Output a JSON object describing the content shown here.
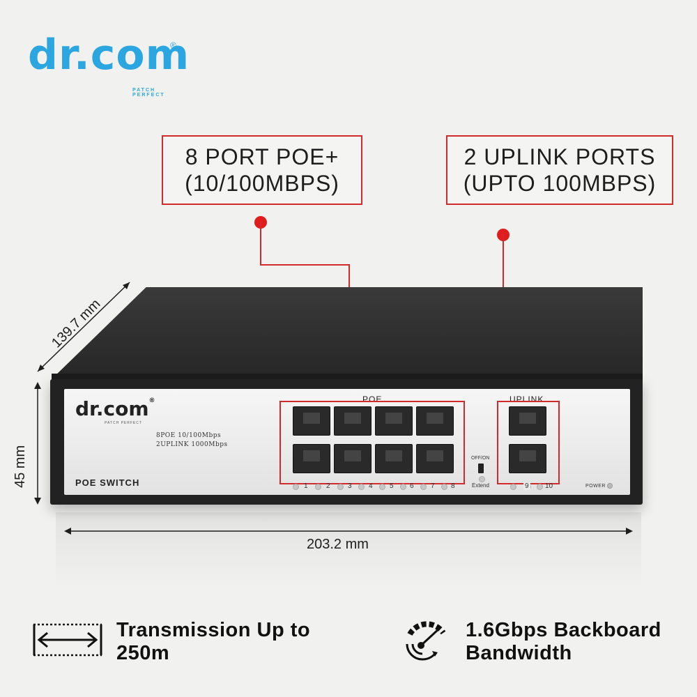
{
  "brand": {
    "logo_text": "dr.com",
    "registered_mark": "®",
    "tagline": "PATCH PERFECT",
    "accent_color": "#2ba6e0"
  },
  "callouts": {
    "poe": {
      "line1": "8 PORT POE+",
      "line2": "(10/100MBPS)"
    },
    "uplink": {
      "line1": "2 UPLINK PORTS",
      "line2": "(UPTO 100MBPS)"
    },
    "highlight_color": "#d22a2a"
  },
  "device": {
    "logo_text": "dr.com",
    "registered_mark": "®",
    "logo_tagline": "PATCH PERFECT",
    "spec_line_1": "8POE 10/100Mbps",
    "spec_line_2": "2UPLINK 1000Mbps",
    "model_name": "POE SWITCH",
    "poe_group_label": "POE",
    "uplink_group_label": "UPLINK",
    "poe_port_numbers": [
      "1",
      "2",
      "3",
      "4",
      "5",
      "6",
      "7",
      "8"
    ],
    "uplink_port_numbers": [
      "9",
      "10"
    ],
    "switch_label": "OFF/ON",
    "extend_label": "Extend",
    "power_label": "POWER"
  },
  "dimensions": {
    "depth": "139.7 mm",
    "height": "45 mm",
    "width": "203.2 mm"
  },
  "features": [
    {
      "icon": "distance-arrow-icon",
      "line1": "Transmission Up to",
      "line2": "250m"
    },
    {
      "icon": "speed-gauge-icon",
      "line1": "1.6Gbps Backboard",
      "line2": "Bandwidth"
    }
  ]
}
